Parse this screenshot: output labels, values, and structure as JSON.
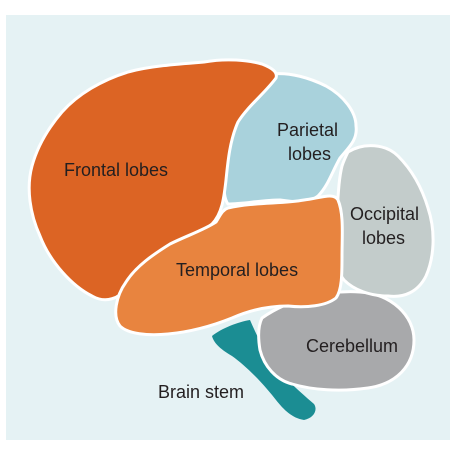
{
  "regions": [
    {
      "id": "frontal",
      "label_lines": [
        "Frontal lobes"
      ],
      "color": "#dc6424"
    },
    {
      "id": "parietal",
      "label_lines": [
        "Parietal",
        "lobes"
      ],
      "color": "#a9d2dc"
    },
    {
      "id": "occipital",
      "label_lines": [
        "Occipital",
        "lobes"
      ],
      "color": "#c3cccb"
    },
    {
      "id": "temporal",
      "label_lines": [
        "Temporal lobes"
      ],
      "color": "#e8843f"
    },
    {
      "id": "cerebellum",
      "label_lines": [
        "Cerebellum"
      ],
      "color": "#a8a9ab"
    },
    {
      "id": "brainstem",
      "label_lines": [
        "Brain stem"
      ],
      "color": "#1b8d93"
    }
  ],
  "background_color": "#e5f2f4"
}
